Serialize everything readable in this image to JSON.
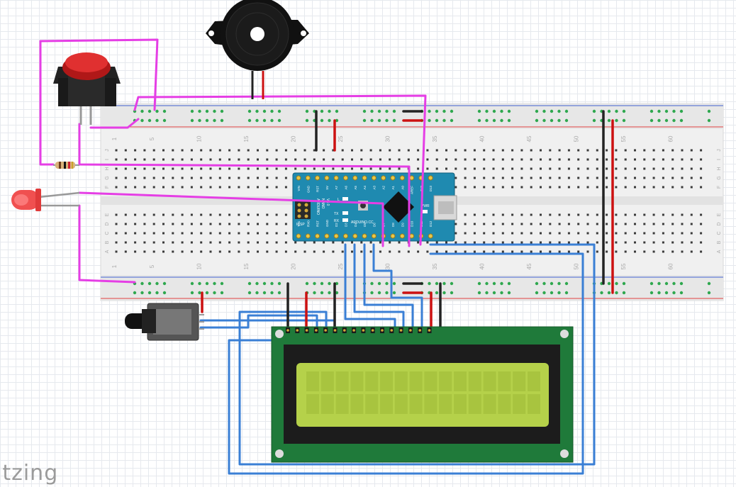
{
  "app": {
    "watermark": "itzing"
  },
  "breadboard": {
    "column_numbers": [
      "1",
      "5",
      "10",
      "15",
      "20",
      "25",
      "30",
      "35",
      "40",
      "45",
      "50",
      "55",
      "60"
    ],
    "row_letters_top": [
      "J",
      "I",
      "H",
      "G",
      "F"
    ],
    "row_letters_bottom": [
      "E",
      "D",
      "C",
      "B",
      "A"
    ]
  },
  "arduino": {
    "name": "ARDUINO",
    "model": "NANO",
    "version": "V3.0",
    "brand": "ARDUINO.CC",
    "top_pins": [
      "VIN",
      "GND",
      "RST",
      "5V",
      "A7",
      "A6",
      "A5",
      "A4",
      "A3",
      "A2",
      "A1",
      "A0",
      "AREF",
      "3V3",
      "D13"
    ],
    "bottom_pins": [
      "TX1",
      "RX0",
      "RST",
      "GND",
      "D2",
      "D3",
      "D4",
      "D5",
      "D6",
      "D7",
      "D8",
      "D9",
      "D10",
      "D11",
      "D12"
    ],
    "led_labels": [
      "L",
      "TX",
      "RX",
      "PWR"
    ],
    "icsp": "ICSP"
  },
  "components": {
    "buzzer": "piezo-buzzer",
    "button": "pushbutton",
    "resistor": "resistor",
    "led": "red-led",
    "potentiometer": "rotary-potentiometer",
    "lcd": "lcd-16x2"
  },
  "colors": {
    "wire_magenta": "#e53ee5",
    "wire_blue": "#3a7fd5",
    "wire_red": "#cc1111",
    "wire_black": "#222222",
    "arduino_blue": "#1f8ab0",
    "lcd_pcb": "#1f7a3a",
    "lcd_screen": "#b5d14a",
    "rail_red": "#e04040",
    "rail_blue": "#4060d0",
    "hole_green": "#2fa84f"
  }
}
